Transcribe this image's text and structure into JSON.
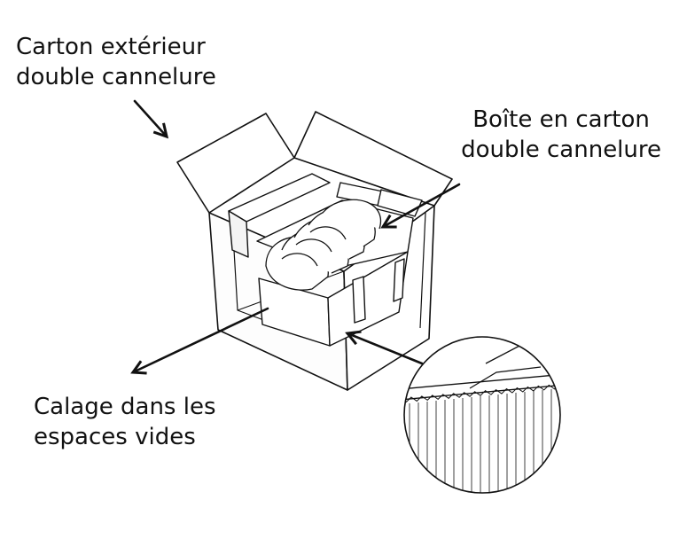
{
  "labels": {
    "outer_carton": {
      "line1": "Carton extérieur",
      "line2": "double cannelure"
    },
    "inner_box": {
      "line1": "Boîte en carton",
      "line2": "double cannelure"
    },
    "void_fill": {
      "line1": "Calage dans les",
      "line2": "espaces vides"
    }
  },
  "colors": {
    "ink": "#111111",
    "background": "#ffffff"
  }
}
